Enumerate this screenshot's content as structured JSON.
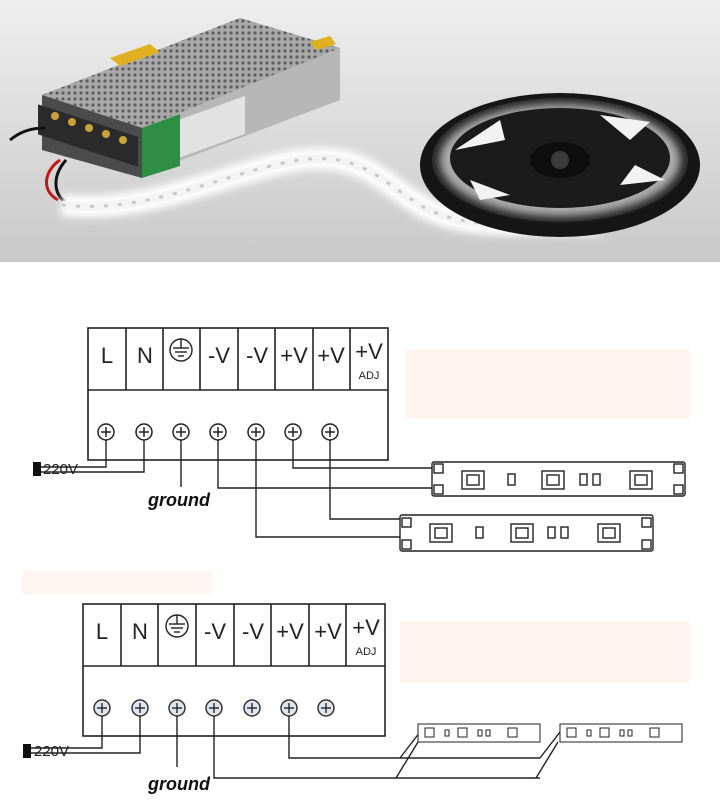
{
  "terminal_labels": [
    "L",
    "N",
    "⏚",
    "-V",
    "-V",
    "+V",
    "+V",
    "+V"
  ],
  "adj_label": "ADJ",
  "supply_label": "220V",
  "ground_label": "ground",
  "colors": {
    "line": "#222222",
    "pink_block": "#fff3f0",
    "photo_bg": "#dcdcdc",
    "led_glow": "#ffffff"
  },
  "icons": [
    "plug-icon",
    "screw-terminal-icon",
    "earth-ground-icon",
    "led-chip-icon",
    "resistor-icon"
  ]
}
